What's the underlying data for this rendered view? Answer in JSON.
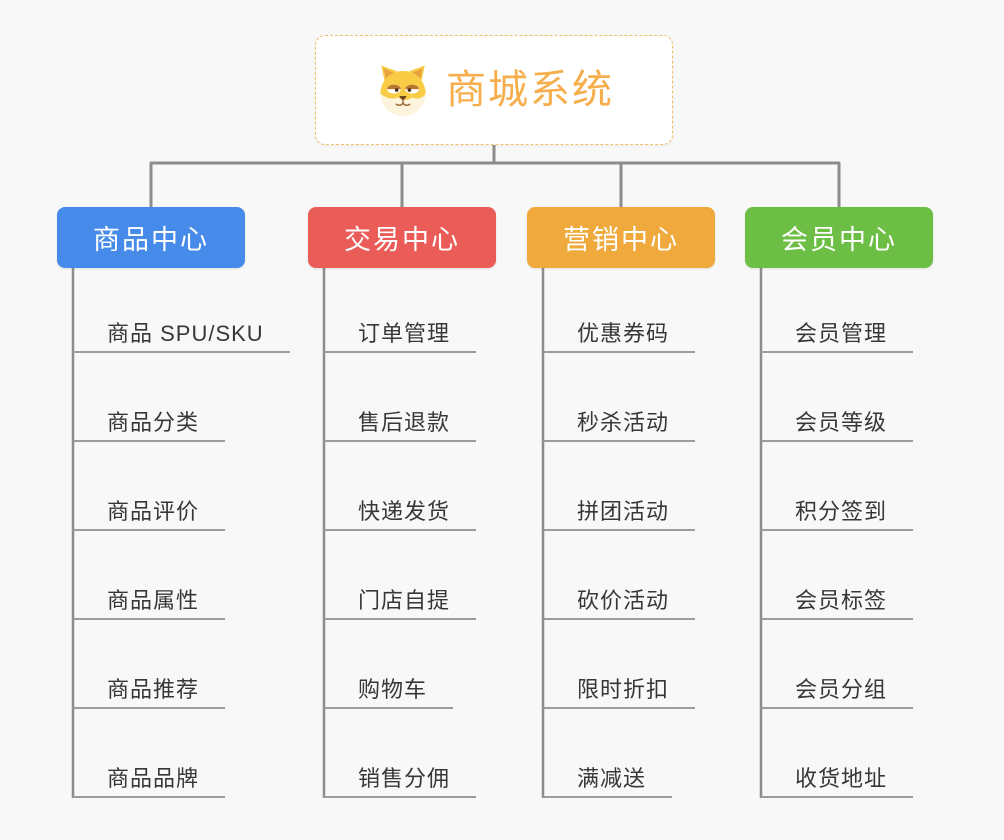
{
  "root": {
    "title": "商城系统",
    "icon": "dog-face-icon"
  },
  "branches": [
    {
      "label": "商品中心",
      "color": "#478BEA",
      "children": [
        "商品 SPU/SKU",
        "商品分类",
        "商品评价",
        "商品属性",
        "商品推荐",
        "商品品牌"
      ]
    },
    {
      "label": "交易中心",
      "color": "#E95C57",
      "children": [
        "订单管理",
        "售后退款",
        "快递发货",
        "门店自提",
        "购物车",
        "销售分佣"
      ]
    },
    {
      "label": "营销中心",
      "color": "#EFA93C",
      "children": [
        "优惠券码",
        "秒杀活动",
        "拼团活动",
        "砍价活动",
        "限时折扣",
        "满减送"
      ]
    },
    {
      "label": "会员中心",
      "color": "#6CBE44",
      "children": [
        "会员管理",
        "会员等级",
        "积分签到",
        "会员标签",
        "会员分组",
        "收货地址"
      ]
    }
  ],
  "colors": {
    "background": "#F8F8F8",
    "connector": "#8C8C8C",
    "underline": "#9C9C9C",
    "item_text": "#373737",
    "root_accent": "#F5AE4B",
    "root_border": "#F2BD66",
    "node_text": "#FFFFFF"
  }
}
